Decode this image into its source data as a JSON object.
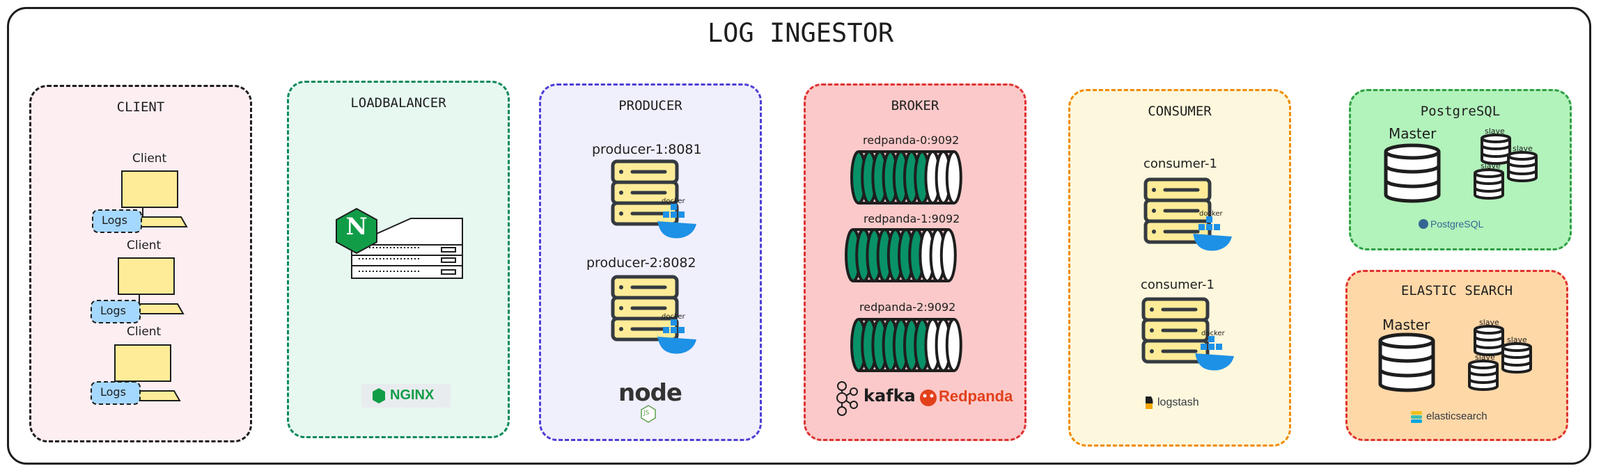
{
  "title": "LOG INGESTOR",
  "client": {
    "title": "CLIENT",
    "devices": [
      {
        "label": "Client",
        "badge": "Logs"
      },
      {
        "label": "Client",
        "badge": "Logs"
      },
      {
        "label": "Client",
        "badge": "Logs"
      }
    ],
    "color": "#fdeef2"
  },
  "loadbalancer": {
    "title": "LOADBALANCER",
    "nginx_hex_letter": "N",
    "logo": "NGINX",
    "color": "#e6f8f0"
  },
  "producer": {
    "title": "PRODUCER",
    "servers": [
      {
        "label": "producer-1:8081",
        "badge": "docker"
      },
      {
        "label": "producer-2:8082",
        "badge": "docker"
      }
    ],
    "logo_main": "node",
    "logo_sub": "JS",
    "color": "#f0effc"
  },
  "broker": {
    "title": "BROKER",
    "partitions": [
      {
        "label": "redpanda-0:9092"
      },
      {
        "label": "redpanda-1:9092"
      },
      {
        "label": "redpanda-2:9092"
      }
    ],
    "logo_kafka": "kafka",
    "logo_redpanda": "Redpanda",
    "color": "#fbc9c9"
  },
  "consumer": {
    "title": "CONSUMER",
    "servers": [
      {
        "label": "consumer-1",
        "badge": "docker"
      },
      {
        "label": "consumer-1",
        "badge": "docker"
      }
    ],
    "logo": "logstash",
    "color": "#fdf7dd"
  },
  "postgres": {
    "title": "PostgreSQL",
    "master": "Master",
    "slaves": [
      "slave",
      "slave",
      "slave"
    ],
    "logo": "PostgreSQL",
    "color": "#b2f2bb"
  },
  "elastic": {
    "title": "ELASTIC SEARCH",
    "master": "Master",
    "slaves": [
      "slave",
      "slave",
      "slave"
    ],
    "logo": "elasticsearch",
    "color": "#ffd8a8"
  }
}
